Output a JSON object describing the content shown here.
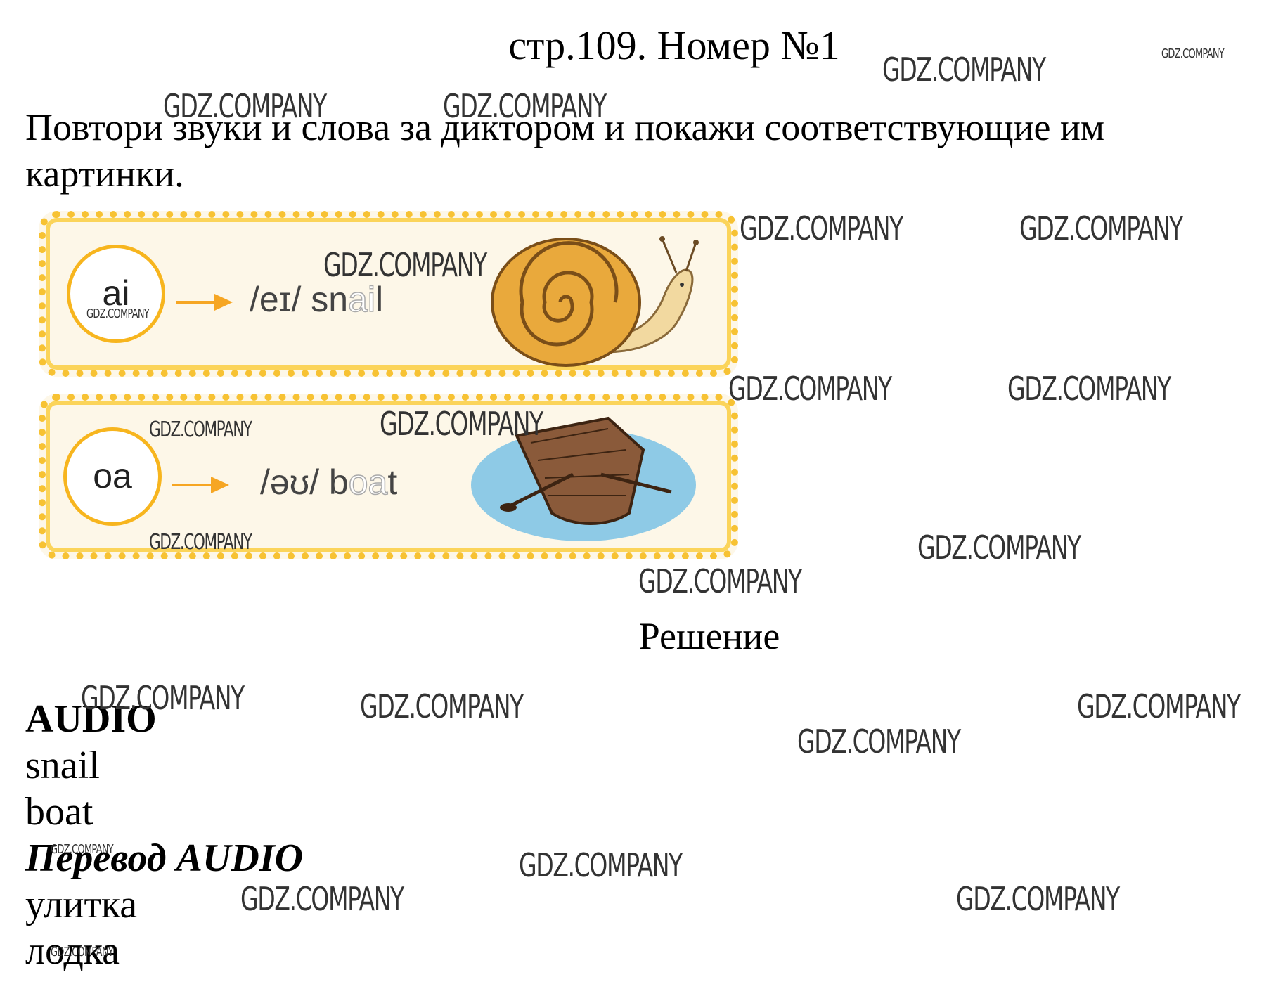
{
  "header": "стр.109. Номер №1",
  "instruction": "Повтори звуки и слова за диктором и покажи соответствующие им картинки.",
  "cards": [
    {
      "letters": "ai",
      "transcription": "/eɪ/",
      "word_prefix": "sn",
      "word_highlight": "ai",
      "word_suffix": "l",
      "picture": "snail-picture"
    },
    {
      "letters": "oa",
      "transcription": "/əʊ/",
      "word_prefix": "b",
      "word_highlight": "oa",
      "word_suffix": "t",
      "picture": "boat-picture"
    }
  ],
  "solution": {
    "title": "Решение",
    "audio_heading": "AUDIO",
    "audio_words": [
      "snail",
      "boat"
    ],
    "translation_heading": "Перевод AUDIO",
    "translation_words": [
      "улитка",
      "лодка"
    ]
  },
  "watermark": "GDZ.COMPANY",
  "colors": {
    "card_border": "#f7c233",
    "card_background": "#fdf7e8",
    "arrow": "#f6a623",
    "water": "#8ecae6"
  }
}
